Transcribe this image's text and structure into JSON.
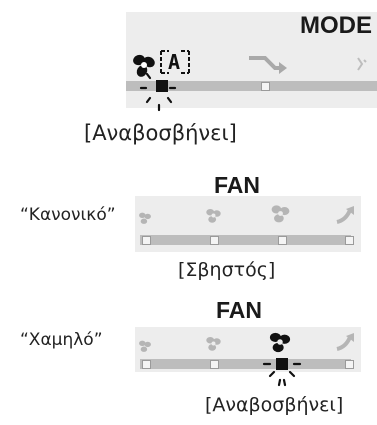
{
  "mode_panel": {
    "title": "MODE",
    "caption": "[Αναβοσβήνει]",
    "auto_mode_icon_text": "A"
  },
  "fan_normal": {
    "title": "FAN",
    "side_label": "“Κανονικό”",
    "caption": "[Σβηστός]"
  },
  "fan_low": {
    "title": "FAN",
    "side_label": "“Χαμηλό”",
    "caption": "[Αναβοσβήνει]"
  },
  "icons": [
    "fan-icon",
    "auto-mode-icon",
    "dry-mode-icon",
    "swing-arrow-icon",
    "blink-rays-icon"
  ],
  "colors": {
    "panel": "#ededed",
    "bar": "#bdbdbd",
    "indicator_on": "#111111",
    "icon_faded": "#b0b0b0"
  }
}
